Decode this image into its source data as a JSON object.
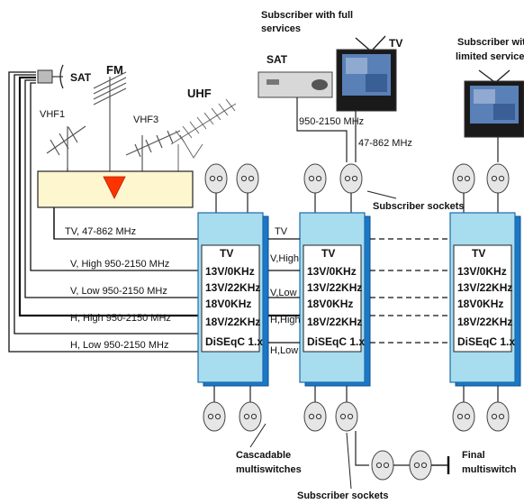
{
  "labels": {
    "sat_antenna": "SAT",
    "fm": "FM",
    "uhf": "UHF",
    "vhf1": "VHF1",
    "vhf3": "VHF3",
    "subscriber_full": "Subscriber with full",
    "subscriber_full2": "services",
    "receiver_sat": "SAT",
    "tv_top": "TV",
    "subscriber_limited": "Subscriber with",
    "subscriber_limited2": "limited services",
    "freq_sat": "950-2150 MHz",
    "freq_tv": "47-862 MHz",
    "subscriber_sockets_right": "Subscriber sockets",
    "subscriber_sockets_bottom": "Subscriber sockets",
    "cascadable": "Cascadable",
    "cascadable2": "multiswitches",
    "final": "Final",
    "final2": "multiswitch"
  },
  "feed_lines": [
    "TV, 47-862 MHz",
    "V, High 950-2150 MHz",
    "V, Low 950-2150 MHz",
    "H, High 950-2150 MHz",
    "H, Low 950-2150 MHz"
  ],
  "link_labels": [
    "TV",
    "V,High",
    "V,Low",
    "H,High",
    "H,Low"
  ],
  "switch_lines": [
    "TV",
    "13V/0KHz",
    "13V/22KHz",
    "18V0KHz",
    "18V/22KHz",
    "DiSEqC 1.x"
  ],
  "colors": {
    "switch_fill": "#a8dcef",
    "switch_shadow": "#1b78c8",
    "amp_fill": "#fdf6cf",
    "amp_triangle": "#ff3300",
    "socket": "#e6e6e6"
  }
}
